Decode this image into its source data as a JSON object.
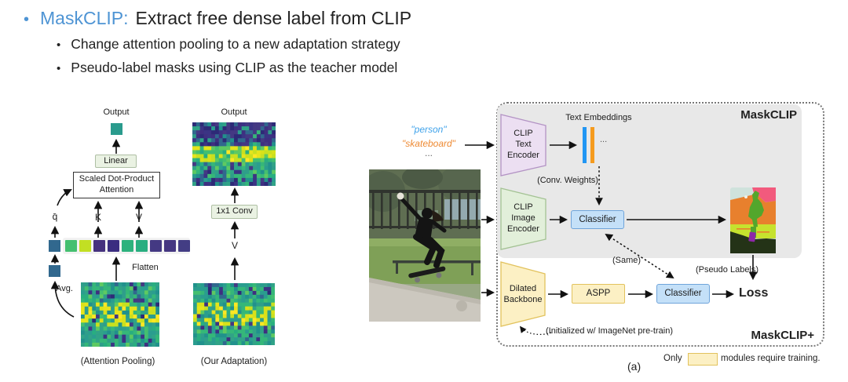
{
  "colors": {
    "accent": "#4E94D4",
    "grayRegion": "#E8E8E8",
    "tealSquare": "#2A9B8D",
    "convFill": "#EAF2E3",
    "convStroke": "#AEBFA4",
    "blueFill": "#C4E0F8",
    "blueStroke": "#6FA4DA",
    "yellowFill": "#FCF0C4",
    "yellowStroke": "#E2C25D",
    "purpleFill": "#ECDFF2",
    "purpleStroke": "#B393C4",
    "greenFill": "#E2EFDA",
    "greenStroke": "#A3C293",
    "barBlue": "#2196F3",
    "barOrange": "#F59B1E",
    "personBlue": "#3FA2EA",
    "skateOrange": "#EE8A33"
  },
  "slide": {
    "bullet": "•",
    "title_accent": "MaskCLIP:",
    "title_rest": "Extract free dense label from CLIP",
    "bullets": [
      "Change attention pooling to a new adaptation strategy",
      "Pseudo-label masks using CLIP as the teacher model"
    ]
  },
  "left": {
    "col1": {
      "output": "Output",
      "linear": "Linear",
      "attn_line1": "Scaled Dot-Product",
      "attn_line2": "Attention",
      "q": "q̄",
      "k": "K",
      "v": "V",
      "flatten": "Flatten",
      "avg": "Avg.",
      "caption": "(Attention Pooling)"
    },
    "col2": {
      "output": "Output",
      "conv": "1x1 Conv",
      "v": "V",
      "caption": "(Our Adaptation)"
    },
    "tokens": [
      "#31688e",
      "#44bf70",
      "#c2df23",
      "#46327e",
      "#3b2d80",
      "#2db27d",
      "#28ae80",
      "#443983",
      "#453781",
      "#433d84"
    ]
  },
  "right": {
    "prompt_person": "\"person\"",
    "prompt_skateboard": "\"skateboard\"",
    "prompt_more": "...",
    "maskclip": "MaskCLIP",
    "maskclip_plus": "MaskCLIP+",
    "text_embeddings": "Text Embeddings",
    "embeddings_more": "...",
    "conv_weights": "(Conv. Weights)",
    "text_encoder": [
      "CLIP",
      "Text",
      "Encoder"
    ],
    "image_encoder": [
      "CLIP",
      "Image",
      "Encoder"
    ],
    "classifier_top": "Classifier",
    "classifier_bottom": "Classifier",
    "same": "(Same)",
    "pseudo_labels": "(Pseudo Labels)",
    "backbone": [
      "Dilated",
      "Backbone"
    ],
    "aspp": "ASPP",
    "loss": "Loss",
    "init_note": "(Initialized w/ ImageNet pre-train)",
    "legend_only": "Only",
    "legend_rest": "modules require training.",
    "caption": "(a)"
  }
}
